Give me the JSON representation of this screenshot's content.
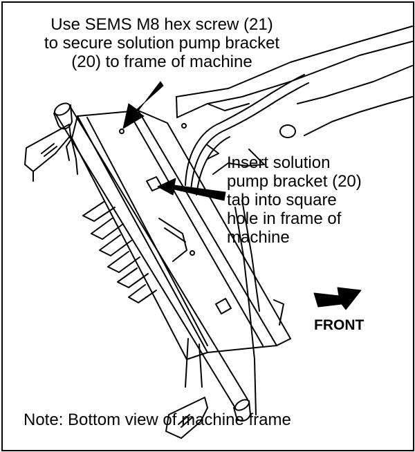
{
  "callouts": {
    "top": {
      "line1": "Use SEMS M8 hex screw (21)",
      "line2": "to secure solution pump bracket",
      "line3": "(20) to frame of machine"
    },
    "right": {
      "line1": "Insert solution",
      "line2": "pump bracket (20)",
      "line3": "tab into square",
      "line4": "hole in frame of",
      "line5": "machine"
    }
  },
  "direction_label": "FRONT",
  "note": "Note: Bottom view of machine frame",
  "colors": {
    "line": "#000000",
    "background": "#ffffff"
  },
  "icons": {
    "arrow": "arrow-icon"
  }
}
